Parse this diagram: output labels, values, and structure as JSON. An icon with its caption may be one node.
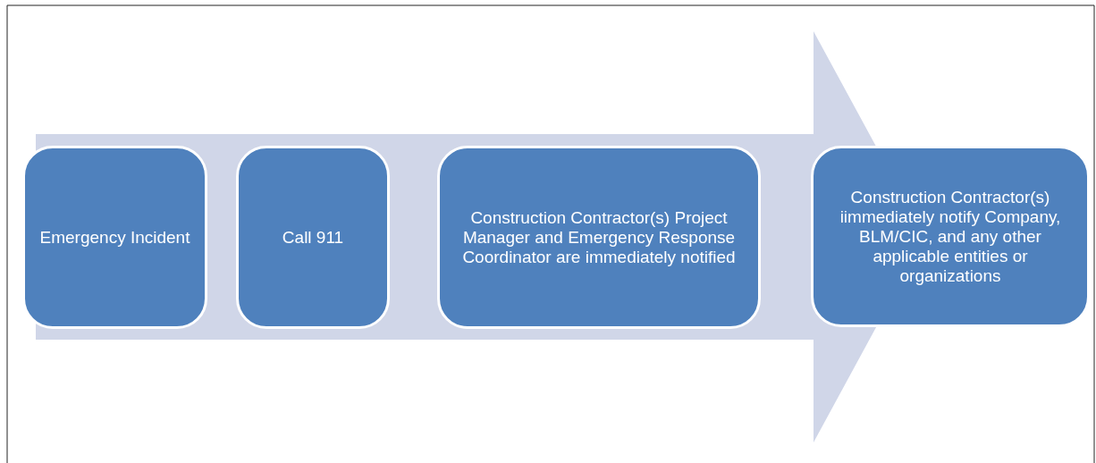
{
  "diagram": {
    "nodes": [
      {
        "text": [
          "Emergency Incident"
        ]
      },
      {
        "text": [
          "Call 911"
        ]
      },
      {
        "text": [
          "Construction Contractor(s) Project Manager and Emergency Response Coordinator are immediately notified"
        ]
      },
      {
        "text": [
          "Construction Contractor(s) iimmediately notify Company, BLM/CIC, and any other applicable entities or organizations"
        ]
      }
    ]
  }
}
